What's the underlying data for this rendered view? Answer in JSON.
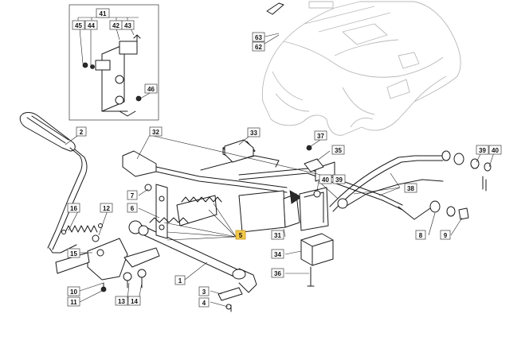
{
  "diagram": {
    "callouts": [
      {
        "id": "c1",
        "label": "1"
      },
      {
        "id": "c2",
        "label": "2"
      },
      {
        "id": "c3",
        "label": "3"
      },
      {
        "id": "c4",
        "label": "4"
      },
      {
        "id": "c5",
        "label": "5",
        "highlighted": true
      },
      {
        "id": "c6",
        "label": "6"
      },
      {
        "id": "c7",
        "label": "7"
      },
      {
        "id": "c8",
        "label": "8"
      },
      {
        "id": "c9",
        "label": "9"
      },
      {
        "id": "c10",
        "label": "10"
      },
      {
        "id": "c11",
        "label": "11"
      },
      {
        "id": "c12",
        "label": "12"
      },
      {
        "id": "c13",
        "label": "13"
      },
      {
        "id": "c14",
        "label": "14"
      },
      {
        "id": "c15",
        "label": "15"
      },
      {
        "id": "c16",
        "label": "16"
      },
      {
        "id": "c31",
        "label": "31"
      },
      {
        "id": "c32",
        "label": "32"
      },
      {
        "id": "c33",
        "label": "33"
      },
      {
        "id": "c34",
        "label": "34"
      },
      {
        "id": "c35",
        "label": "35"
      },
      {
        "id": "c36",
        "label": "36"
      },
      {
        "id": "c37",
        "label": "37"
      },
      {
        "id": "c38",
        "label": "38"
      },
      {
        "id": "c39a",
        "label": "39"
      },
      {
        "id": "c39b",
        "label": "39"
      },
      {
        "id": "c40a",
        "label": "40"
      },
      {
        "id": "c40b",
        "label": "40"
      },
      {
        "id": "c41",
        "label": "41"
      },
      {
        "id": "c42",
        "label": "42"
      },
      {
        "id": "c43",
        "label": "43"
      },
      {
        "id": "c44",
        "label": "44"
      },
      {
        "id": "c45",
        "label": "45"
      },
      {
        "id": "c46",
        "label": "46"
      },
      {
        "id": "c62",
        "label": "62"
      },
      {
        "id": "c63",
        "label": "63"
      }
    ],
    "colors": {
      "line": "#1a1a1a",
      "ghost_outline": "#b9b9b9",
      "callout_highlight": "#f2c94c"
    }
  }
}
